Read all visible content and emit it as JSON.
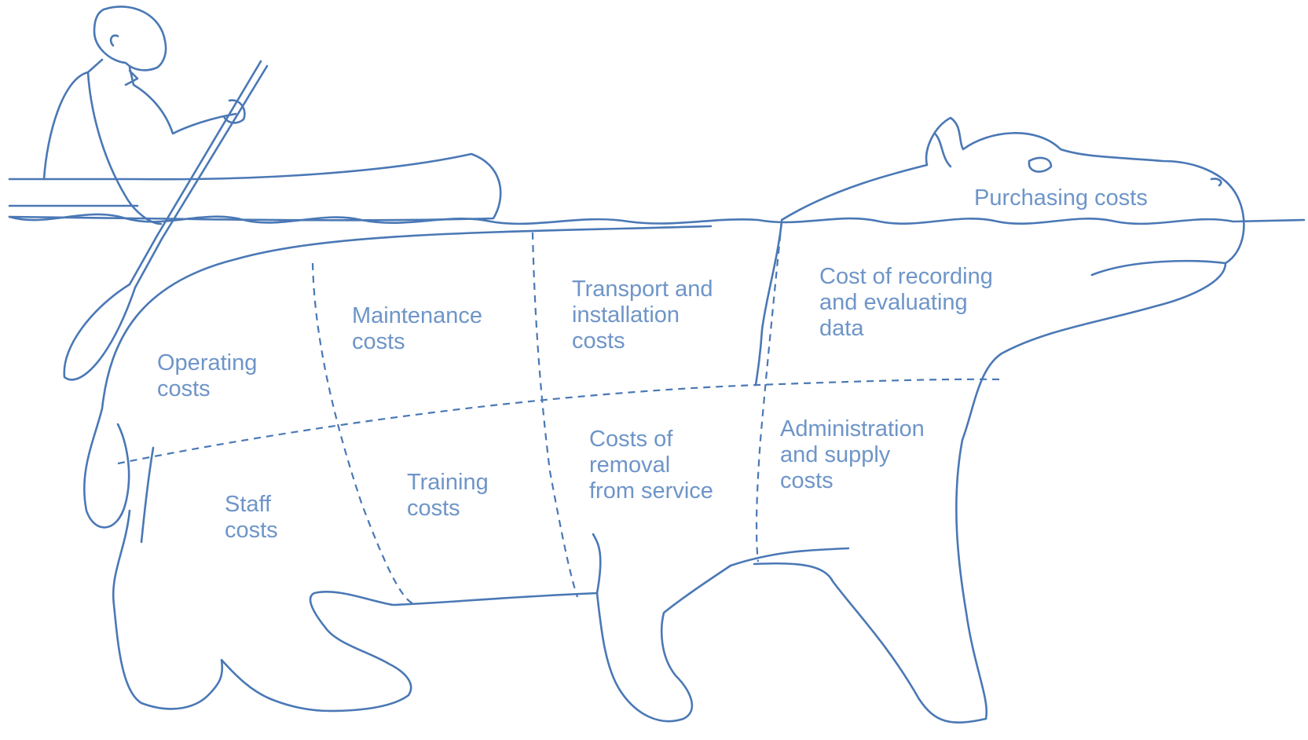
{
  "colors": {
    "line": "#4a78b5",
    "text": "#6e95c8",
    "background": "#ffffff"
  },
  "regions": {
    "purchasing": "Purchasing costs",
    "operating": "Operating\ncosts",
    "maintenance": "Maintenance\ncosts",
    "transport": "Transport and\ninstallation\ncosts",
    "recording": "Cost of recording\nand evaluating\ndata",
    "staff": "Staff\ncosts",
    "training": "Training\ncosts",
    "removal": "Costs of\nremoval\nfrom service",
    "administration": "Administration\nand supply\ncosts"
  },
  "figures": [
    "man-in-canoe",
    "hippopotamus",
    "water-line"
  ]
}
